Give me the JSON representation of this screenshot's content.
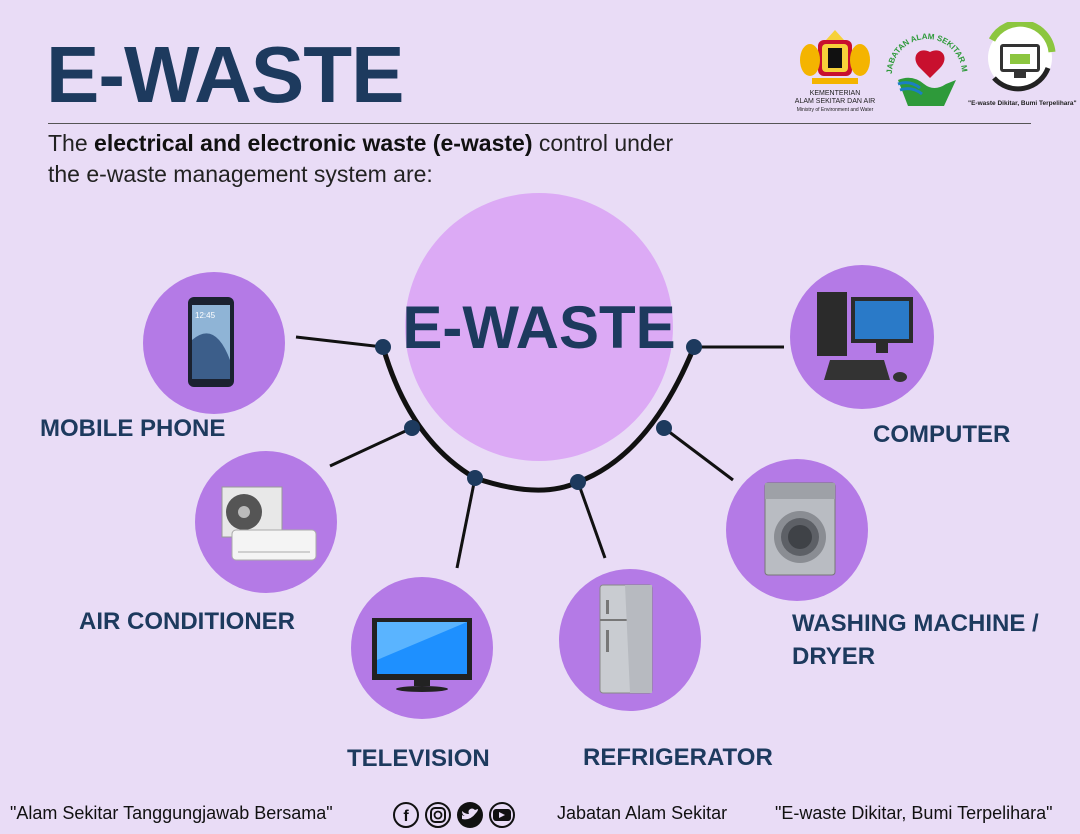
{
  "header": {
    "title": "E-WASTE",
    "intro_prefix": "The ",
    "intro_bold": "electrical and electronic waste (e-waste)",
    "intro_suffix": " control under the e-waste management system are:"
  },
  "logos": {
    "ministry_line1": "KEMENTERIAN",
    "ministry_line2": "ALAM SEKITAR DAN AIR",
    "ministry_line3": "Ministry of Environment and Water",
    "department_arc": "JABATAN ALAM SEKITAR MALAYSIA",
    "campaign_caption": "\"E-waste Dikitar, Bumi Terpelihara\""
  },
  "diagram": {
    "center_label": "E-WASTE",
    "items": [
      {
        "id": "mobile_phone",
        "label": "MOBILE PHONE",
        "icon": "mobile-phone-icon"
      },
      {
        "id": "air_conditioner",
        "label": "AIR CONDITIONER",
        "icon": "air-conditioner-icon"
      },
      {
        "id": "television",
        "label": "TELEVISION",
        "icon": "television-icon"
      },
      {
        "id": "refrigerator",
        "label": "REFRIGERATOR",
        "icon": "refrigerator-icon"
      },
      {
        "id": "washing_machine",
        "label_line1": "WASHING MACHINE /",
        "label_line2": "DRYER",
        "icon": "washing-machine-icon"
      },
      {
        "id": "computer",
        "label": "COMPUTER",
        "icon": "computer-icon"
      }
    ]
  },
  "footer": {
    "slogan_left": "\"Alam Sekitar Tanggungjawab Bersama\"",
    "social_icons": [
      "facebook-icon",
      "instagram-icon",
      "twitter-icon",
      "youtube-icon"
    ],
    "department": "Jabatan Alam Sekitar",
    "slogan_right": "\"E-waste Dikitar, Bumi Terpelihara\""
  },
  "colors": {
    "background": "#e9dcf6",
    "title_navy": "#1d3a5e",
    "bubble_purple": "#b47ae6",
    "center_circle": "#dcaaf5",
    "node_dot": "#1d3a5e"
  }
}
